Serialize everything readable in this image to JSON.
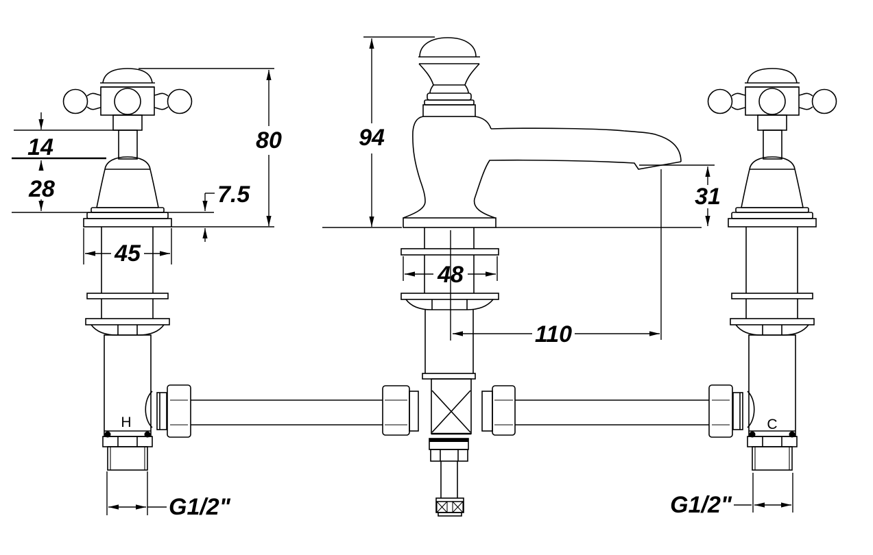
{
  "drawing": {
    "units": "mm",
    "colors": {
      "line": "#000000",
      "background": "#ffffff"
    },
    "dims": {
      "handle_exposure": "14",
      "escutcheon_height": "28",
      "valve_height": "80",
      "base_plate_thickness": "7.5",
      "valve_base_width": "45",
      "spout_height": "94",
      "spout_base_width": "48",
      "outlet_height": "31",
      "spout_reach": "110",
      "hot_thread": "G1/2\"",
      "cold_thread": "G1/2\""
    },
    "labels": {
      "hot": "H",
      "cold": "C"
    }
  }
}
